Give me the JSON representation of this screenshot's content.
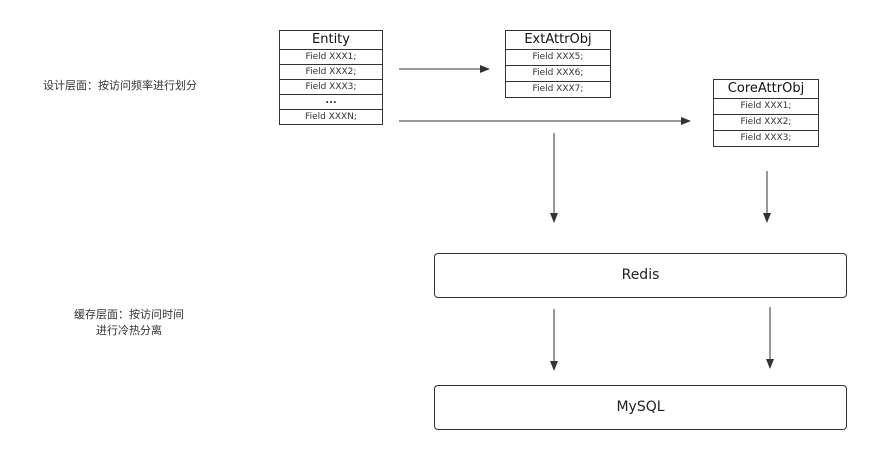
{
  "notes": {
    "design_level": "设计层面：按访问频率进行划分",
    "cache_level_line1": "缓存层面：按访问时间",
    "cache_level_line2": "进行冷热分离"
  },
  "entities": {
    "entity": {
      "title": "Entity",
      "fields": [
        "Field XXX1;",
        "Field XXX2;",
        "Field XXX3;",
        "...",
        "Field XXXN;"
      ]
    },
    "ext_attr_obj": {
      "title": "ExtAttrObj",
      "fields": [
        "Field XXX5;",
        "Field XXX6;",
        "Field XXX7;"
      ]
    },
    "core_attr_obj": {
      "title": "CoreAttrObj",
      "fields": [
        "Field XXX1;",
        "Field XXX2;",
        "Field XXX3;"
      ]
    }
  },
  "stores": {
    "redis": "Redis",
    "mysql": "MySQL"
  },
  "colors": {
    "line": "#333333",
    "background": "#ffffff"
  }
}
